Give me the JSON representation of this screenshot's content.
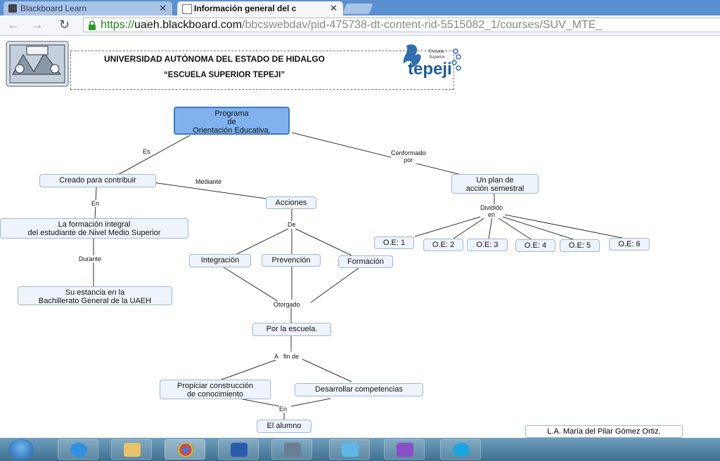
{
  "browser": {
    "tabs": [
      {
        "title": "Blackboard Learn",
        "active": false
      },
      {
        "title": "Información general del c",
        "active": true
      }
    ],
    "url_https": "https://",
    "url_host": "uaeh.blackboard.com",
    "url_path": "/bbcswebdav/pid-475738-dt-content-rid-5515082_1/courses/SUV_MTE_"
  },
  "header": {
    "university": "UNIVERSIDAD AUTÓNOMA DEL ESTADO DE HIDALGO",
    "school": "“ESCUELA SUPERIOR TEPEJI”",
    "logo_small_1": "Escuela",
    "logo_small_2": "Superior",
    "logo_word": "tepeji"
  },
  "map": {
    "main": "Programa\nde\nOrientación Educativa.",
    "creado": "Creado para contribuir",
    "formacion_integral": "La formación integral\ndel estudiante de Nivel Medio Superior",
    "estancia": "Su estancia en la\nBachillerato General de la UAEH",
    "acciones": "Acciones",
    "integracion": "Integración",
    "prevencion": "Prevención",
    "formacion": "Formación",
    "por_escuela": "Por la escuela.",
    "propiciar": "Propiciar construcción\nde conocimiento",
    "desarrollar": "Desarrollar competencias",
    "alumno": "El alumno",
    "plan": "Un plan de\nacción semestral",
    "oe1": "O.E: 1",
    "oe2": "O.E: 2",
    "oe3": "O.E: 3",
    "oe4": "O.E: 4",
    "oe5": "O.E: 5",
    "oe6": "O.E: 6",
    "lbl_es": "Es",
    "lbl_mediante": "Mediante",
    "lbl_en1": "En",
    "lbl_durante": "Durante",
    "lbl_de": "De",
    "lbl_otorgado": "Otorgado",
    "lbl_afin": "A   fin de",
    "lbl_en2": "En",
    "lbl_conformado": "Conformado\npor",
    "lbl_dividido": "Dividido\nen",
    "author": "L.A. María del Pilar Gómez Ortiz."
  },
  "colors": {
    "node_fill": "#eef4fb",
    "node_border": "#9eb8d6",
    "main_fill": "#7fb2ee",
    "main_border": "#3f78c9",
    "tab_strip": "#5a8fd0"
  }
}
